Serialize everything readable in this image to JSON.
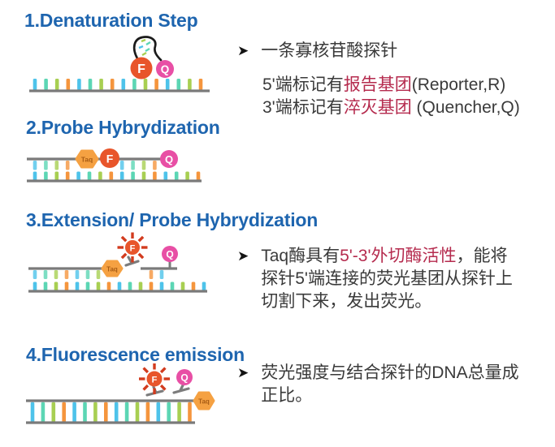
{
  "colors": {
    "heading_blue": "#1e65af",
    "body_text": "#3a3a3a",
    "highlight_red": "#b52b4e",
    "reporter_dye": "#e8552b",
    "quencher_dye": "#e84fa5",
    "taq_enzyme": "#f5a142",
    "strand_gray": "#7a7a7a",
    "base_cyan": "#4ec3ea",
    "base_teal": "#5cd6b4",
    "base_green": "#a8cf52",
    "base_orange": "#f5953d",
    "burst_red": "#d23b1e"
  },
  "sections": [
    {
      "title": "1.Denaturation Step",
      "labels": {
        "f": "F",
        "q": "Q"
      },
      "note": {
        "bullet": "➤",
        "intro": "一条寡核苷酸探针",
        "line2_pre": "5'端标记有",
        "line2_red": "报告基团",
        "line2_post": "(Reporter,R)",
        "line3_pre": "3'端标记有",
        "line3_red": "淬灭基团",
        "line3_post": " (Quencher,Q)"
      }
    },
    {
      "title": "2.Probe Hybrydization",
      "labels": {
        "taq": "Taq",
        "f": "F",
        "q": "Q"
      }
    },
    {
      "title": "3.Extension/ Probe Hybrydization",
      "labels": {
        "taq": "Taq",
        "f": "F",
        "q": "Q"
      },
      "note": {
        "bullet": "➤",
        "line1_pre": "Taq酶具有",
        "line1_red": "5'-3'外切酶活性",
        "line1_post": "，能将",
        "line2": "探针5'端连接的荧光基团从探针上",
        "line3": "切割下来，发出荧光。"
      }
    },
    {
      "title": "4.Fluorescence emission",
      "labels": {
        "taq": "Taq",
        "f": "F",
        "q": "Q"
      },
      "note": {
        "bullet": "➤",
        "line1": "荧光强度与结合探针的DNA总量成",
        "line2": "正比。"
      }
    }
  ]
}
